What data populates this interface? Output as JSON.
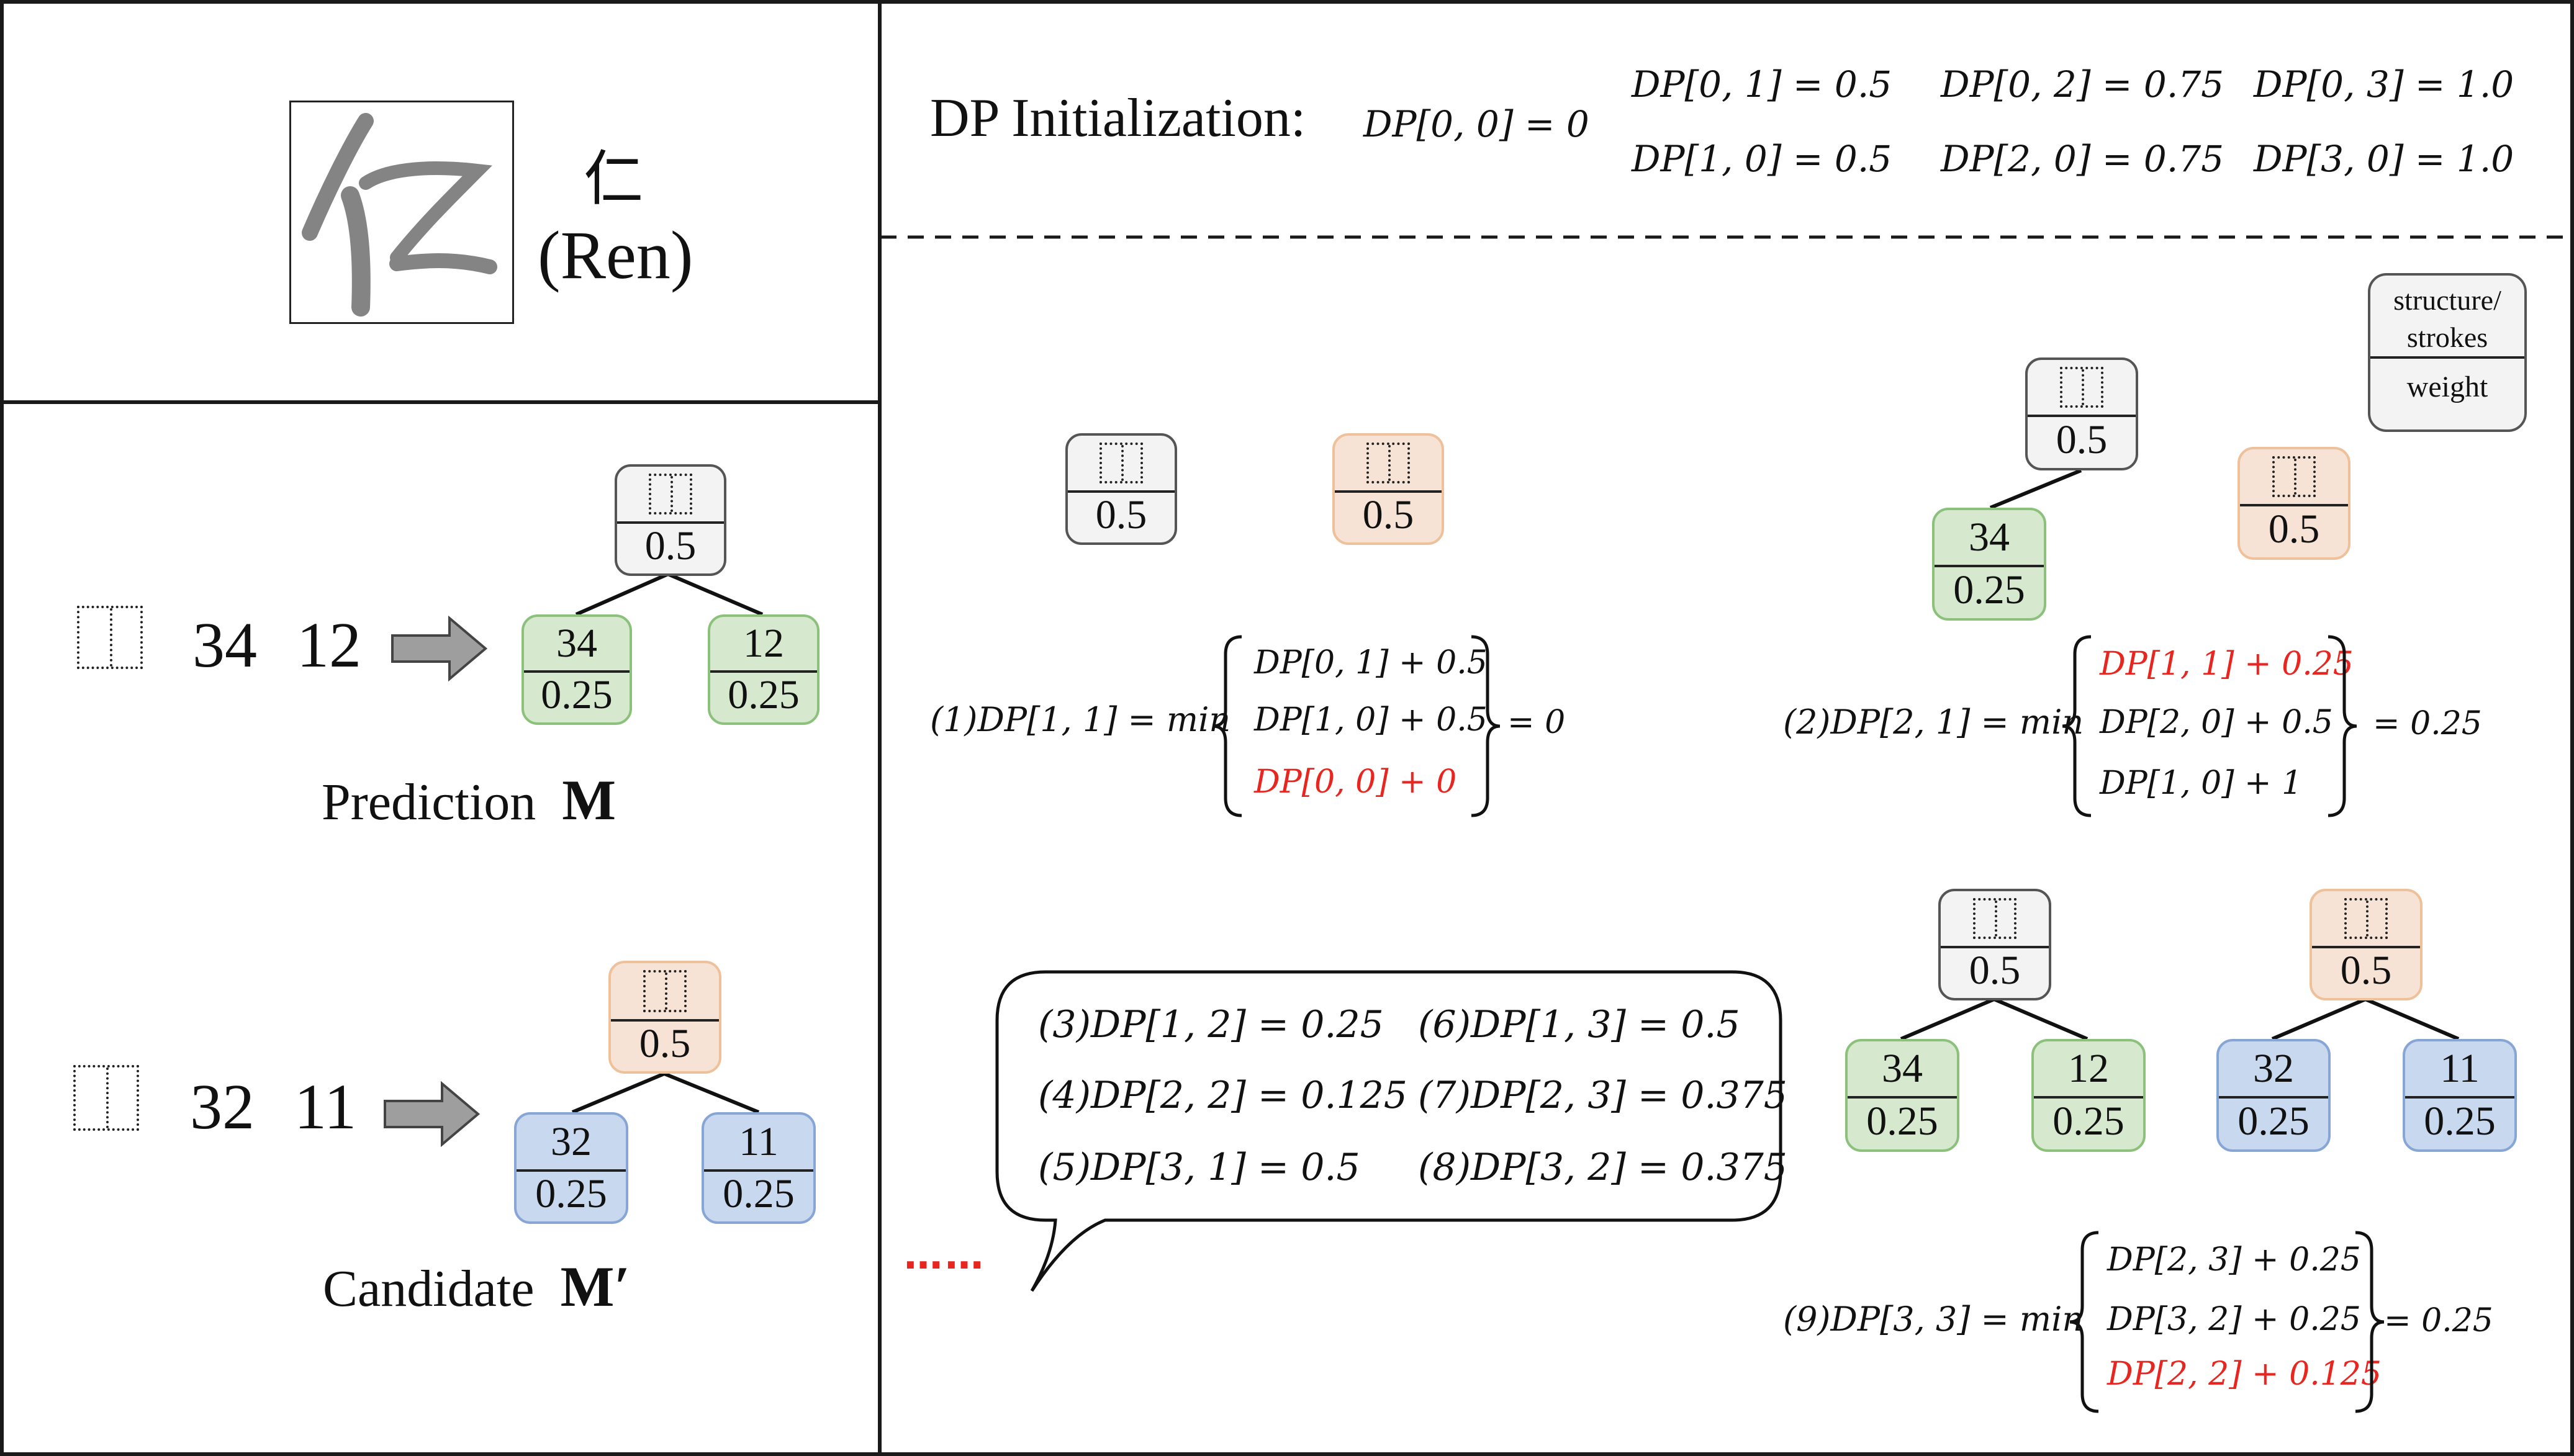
{
  "character": {
    "glyph": "仁",
    "pinyin": "(Ren)",
    "image_alt": "handwritten character image"
  },
  "prediction": {
    "sequence": [
      "34",
      "12"
    ],
    "label": "Prediction",
    "symbol": "M",
    "tree": {
      "root": {
        "weight": "0.5"
      },
      "children": [
        {
          "strokes": "34",
          "weight": "0.25"
        },
        {
          "strokes": "12",
          "weight": "0.25"
        }
      ]
    }
  },
  "candidate": {
    "sequence": [
      "32",
      "11"
    ],
    "label": "Candidate",
    "symbol": "M′",
    "tree": {
      "root": {
        "weight": "0.5"
      },
      "children": [
        {
          "strokes": "32",
          "weight": "0.25"
        },
        {
          "strokes": "11",
          "weight": "0.25"
        }
      ]
    }
  },
  "init": {
    "title": "DP Initialization:",
    "base": "DP[0, 0] = 0",
    "row1": [
      "DP[0, 1] = 0.5",
      "DP[0, 2] = 0.75",
      "DP[0, 3] = 1.0"
    ],
    "row2": [
      "DP[1, 0] = 0.5",
      "DP[2, 0] = 0.75",
      "DP[3, 0] = 1.0"
    ]
  },
  "legend": {
    "top_line1": "structure/",
    "top_line2": "strokes",
    "bottom": "weight"
  },
  "step1": {
    "left_nodes": [
      {
        "weight": "0.5"
      },
      {
        "weight": "0.5"
      }
    ],
    "lhs": "(1)DP[1, 1] = min",
    "cases": [
      "DP[0, 1] + 0.5",
      "DP[1, 0] + 0.5",
      "DP[0, 0] + 0"
    ],
    "highlight_index": 2,
    "result": "= 0"
  },
  "step2": {
    "root": {
      "weight": "0.5"
    },
    "child": {
      "strokes": "34",
      "weight": "0.25"
    },
    "other": {
      "weight": "0.5"
    },
    "lhs": "(2)DP[2, 1] = min",
    "cases": [
      "DP[1, 1] + 0.25",
      "DP[2, 0] + 0.5",
      "DP[1, 0] + 1"
    ],
    "highlight_index": 0,
    "result": "= 0.25"
  },
  "bubble": {
    "col1": [
      "(3)DP[1, 2] = 0.25",
      "(4)DP[2, 2] = 0.125",
      "(5)DP[3, 1] = 0.5"
    ],
    "col2": [
      "(6)DP[1, 3] = 0.5",
      "(7)DP[2, 3] = 0.375",
      "(8)DP[3, 2] = 0.375"
    ]
  },
  "ellipsis": "……",
  "step9": {
    "tree_a": {
      "root": "0.5",
      "children": [
        {
          "strokes": "34",
          "weight": "0.25"
        },
        {
          "strokes": "12",
          "weight": "0.25"
        }
      ]
    },
    "tree_b": {
      "root": "0.5",
      "children": [
        {
          "strokes": "32",
          "weight": "0.25"
        },
        {
          "strokes": "11",
          "weight": "0.25"
        }
      ]
    },
    "lhs": "(9)DP[3, 3] = min",
    "cases": [
      "DP[2, 3] + 0.25",
      "DP[3, 2] + 0.25",
      "DP[2, 2] + 0.125"
    ],
    "highlight_index": 2,
    "result": "= 0.25"
  },
  "colors": {
    "highlight": "#e8251f",
    "gray_node": "#f3f3f3",
    "orange_node": "#f7e3d5",
    "green_node": "#d6e9cf",
    "blue_node": "#c8d8ee"
  }
}
